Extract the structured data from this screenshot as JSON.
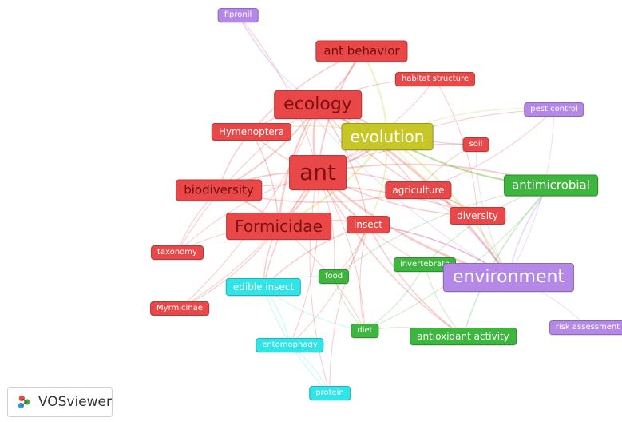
{
  "app": {
    "name": "VOSviewer"
  },
  "cluster_colors": {
    "red": "#ea4848",
    "green": "#3db63d",
    "yellow": "#c6c626",
    "cyan": "#2ee6e8",
    "purple": "#b588e8"
  },
  "nodes": [
    {
      "id": "fipronil",
      "label": "fipronil",
      "cluster": "purple",
      "weight": 1
    },
    {
      "id": "ant-behavior",
      "label": "ant behavior",
      "cluster": "red",
      "weight": 3
    },
    {
      "id": "habitat-structure",
      "label": "habitat structure",
      "cluster": "red",
      "weight": 1
    },
    {
      "id": "ecology",
      "label": "ecology",
      "cluster": "red",
      "weight": 5
    },
    {
      "id": "pest-control",
      "label": "pest control",
      "cluster": "purple",
      "weight": 1
    },
    {
      "id": "hymenoptera",
      "label": "Hymenoptera",
      "cluster": "red",
      "weight": 2
    },
    {
      "id": "evolution",
      "label": "evolution",
      "cluster": "yellow",
      "weight": 4
    },
    {
      "id": "soil",
      "label": "soil",
      "cluster": "red",
      "weight": 1
    },
    {
      "id": "ant",
      "label": "ant",
      "cluster": "red",
      "weight": 6
    },
    {
      "id": "biodiversity",
      "label": "biodiversity",
      "cluster": "red",
      "weight": 3
    },
    {
      "id": "agriculture",
      "label": "agriculture",
      "cluster": "red",
      "weight": 2
    },
    {
      "id": "antimicrobial",
      "label": "antimicrobial",
      "cluster": "green",
      "weight": 3
    },
    {
      "id": "diversity",
      "label": "diversity",
      "cluster": "red",
      "weight": 2
    },
    {
      "id": "formicidae",
      "label": "Formicidae",
      "cluster": "red",
      "weight": 4
    },
    {
      "id": "insect",
      "label": "insect",
      "cluster": "red",
      "weight": 2
    },
    {
      "id": "taxonomy",
      "label": "taxonomy",
      "cluster": "red",
      "weight": 1
    },
    {
      "id": "invertebrate",
      "label": "invertebrate",
      "cluster": "green",
      "weight": 1
    },
    {
      "id": "food",
      "label": "food",
      "cluster": "green",
      "weight": 1
    },
    {
      "id": "environment",
      "label": "environment",
      "cluster": "purple",
      "weight": 5
    },
    {
      "id": "edible-insect",
      "label": "edible insect",
      "cluster": "cyan",
      "weight": 2
    },
    {
      "id": "myrmicinae",
      "label": "Myrmicinae",
      "cluster": "red",
      "weight": 1
    },
    {
      "id": "risk-assessment",
      "label": "risk assessment",
      "cluster": "purple",
      "weight": 1
    },
    {
      "id": "diet",
      "label": "diet",
      "cluster": "green",
      "weight": 1
    },
    {
      "id": "antioxidant-activity",
      "label": "antioxidant activity",
      "cluster": "green",
      "weight": 2
    },
    {
      "id": "entomophagy",
      "label": "entomophagy",
      "cluster": "cyan",
      "weight": 1
    },
    {
      "id": "protein",
      "label": "protein",
      "cluster": "cyan",
      "weight": 1
    }
  ],
  "edges": [
    [
      "ant",
      "ecology"
    ],
    [
      "ant",
      "evolution"
    ],
    [
      "ant",
      "ant-behavior"
    ],
    [
      "ant",
      "habitat-structure"
    ],
    [
      "ant",
      "hymenoptera"
    ],
    [
      "ant",
      "biodiversity"
    ],
    [
      "ant",
      "formicidae"
    ],
    [
      "ant",
      "insect"
    ],
    [
      "ant",
      "agriculture"
    ],
    [
      "ant",
      "diversity"
    ],
    [
      "ant",
      "soil"
    ],
    [
      "ant",
      "taxonomy"
    ],
    [
      "ant",
      "myrmicinae"
    ],
    [
      "ant",
      "environment"
    ],
    [
      "ant",
      "antimicrobial"
    ],
    [
      "ant",
      "edible-insect"
    ],
    [
      "ant",
      "food"
    ],
    [
      "ant",
      "invertebrate"
    ],
    [
      "ant",
      "diet"
    ],
    [
      "ant",
      "antioxidant-activity"
    ],
    [
      "ant",
      "pest-control"
    ],
    [
      "ant",
      "fipronil"
    ],
    [
      "ant",
      "entomophagy"
    ],
    [
      "ant",
      "protein"
    ],
    [
      "ecology",
      "evolution"
    ],
    [
      "ecology",
      "ant-behavior"
    ],
    [
      "ecology",
      "habitat-structure"
    ],
    [
      "ecology",
      "hymenoptera"
    ],
    [
      "ecology",
      "biodiversity"
    ],
    [
      "ecology",
      "formicidae"
    ],
    [
      "ecology",
      "insect"
    ],
    [
      "ecology",
      "diversity"
    ],
    [
      "ecology",
      "agriculture"
    ],
    [
      "ecology",
      "soil"
    ],
    [
      "ecology",
      "environment"
    ],
    [
      "ecology",
      "taxonomy"
    ],
    [
      "ecology",
      "myrmicinae"
    ],
    [
      "evolution",
      "ant-behavior"
    ],
    [
      "evolution",
      "formicidae"
    ],
    [
      "evolution",
      "hymenoptera"
    ],
    [
      "evolution",
      "insect"
    ],
    [
      "evolution",
      "antimicrobial"
    ],
    [
      "evolution",
      "environment"
    ],
    [
      "evolution",
      "diversity"
    ],
    [
      "evolution",
      "pest-control"
    ],
    [
      "formicidae",
      "biodiversity"
    ],
    [
      "formicidae",
      "insect"
    ],
    [
      "formicidae",
      "taxonomy"
    ],
    [
      "formicidae",
      "myrmicinae"
    ],
    [
      "formicidae",
      "edible-insect"
    ],
    [
      "formicidae",
      "diet"
    ],
    [
      "insect",
      "edible-insect"
    ],
    [
      "insect",
      "food"
    ],
    [
      "insect",
      "diet"
    ],
    [
      "insect",
      "entomophagy"
    ],
    [
      "insect",
      "protein"
    ],
    [
      "insect",
      "environment"
    ],
    [
      "insect",
      "antioxidant-activity"
    ],
    [
      "edible-insect",
      "entomophagy"
    ],
    [
      "edible-insect",
      "protein"
    ],
    [
      "edible-insect",
      "food"
    ],
    [
      "edible-insect",
      "diet"
    ],
    [
      "entomophagy",
      "protein"
    ],
    [
      "food",
      "diet"
    ],
    [
      "environment",
      "antimicrobial"
    ],
    [
      "environment",
      "pest-control"
    ],
    [
      "environment",
      "risk-assessment"
    ],
    [
      "environment",
      "agriculture"
    ],
    [
      "environment",
      "soil"
    ],
    [
      "environment",
      "invertebrate"
    ],
    [
      "environment",
      "diversity"
    ],
    [
      "environment",
      "insect"
    ],
    [
      "environment",
      "fipronil"
    ],
    [
      "antimicrobial",
      "antioxidant-activity"
    ],
    [
      "antimicrobial",
      "diet"
    ],
    [
      "antimicrobial",
      "food"
    ],
    [
      "antimicrobial",
      "evolution"
    ],
    [
      "antimicrobial",
      "invertebrate"
    ],
    [
      "agriculture",
      "soil"
    ],
    [
      "agriculture",
      "pest-control"
    ],
    [
      "agriculture",
      "diversity"
    ],
    [
      "biodiversity",
      "taxonomy"
    ],
    [
      "biodiversity",
      "diversity"
    ],
    [
      "biodiversity",
      "agriculture"
    ],
    [
      "habitat-structure",
      "diversity"
    ],
    [
      "ant-behavior",
      "hymenoptera"
    ],
    [
      "invertebrate",
      "diet"
    ],
    [
      "invertebrate",
      "antioxidant-activity"
    ],
    [
      "diet",
      "antioxidant-activity"
    ],
    [
      "hymenoptera",
      "biodiversity"
    ],
    [
      "hymenoptera",
      "formicidae"
    ],
    [
      "fipronil",
      "ecology"
    ]
  ]
}
